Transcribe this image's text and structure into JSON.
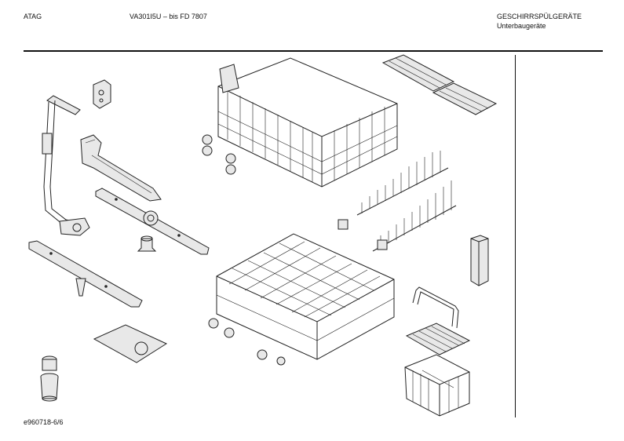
{
  "header": {
    "brand": "ATAG",
    "model": "VA301I5U – bis FD 7807",
    "category": "GESCHIRRSPÜLGERÄTE",
    "subcategory": "Unterbaugeräte"
  },
  "footer": {
    "doc_ref": "e960718-6/6"
  },
  "colors": {
    "line": "#222222",
    "background": "#ffffff"
  }
}
